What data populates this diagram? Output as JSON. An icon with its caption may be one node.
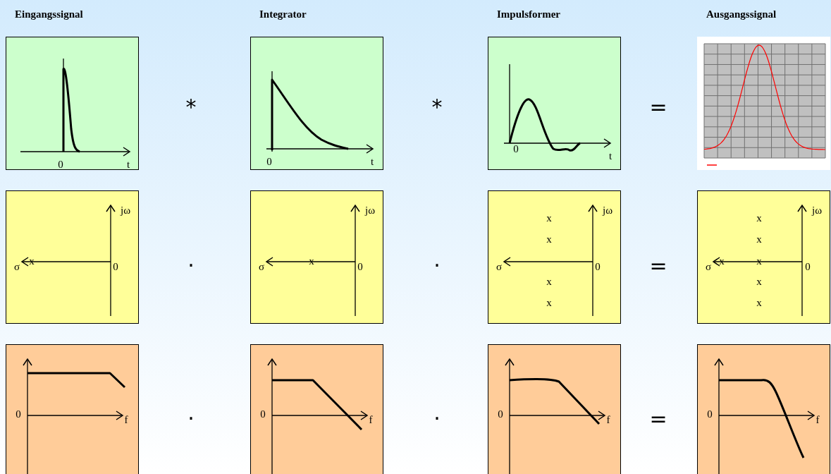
{
  "diagram": {
    "nodes": [
      {
        "text": [
          "0",
          "t"
        ]
      },
      {
        "text": [
          "0",
          "t"
        ]
      },
      {
        "text": [
          "0",
          "t"
        ]
      },
      {
        "text": [],
        "shape": "picture"
      },
      {
        "text": [
          "jω",
          "σ",
          "x",
          "0"
        ]
      },
      {
        "text": [
          "jω",
          "σ",
          "x",
          "0"
        ]
      },
      {
        "text": [
          "x",
          "jω",
          "x",
          "σ",
          "0",
          "x",
          "x"
        ]
      },
      {
        "text": [
          "x",
          "jω",
          "x",
          "σ",
          "x",
          "x",
          "0",
          "x",
          "x"
        ]
      },
      {
        "text": [
          "0",
          "f"
        ]
      },
      {
        "text": [
          "0",
          "f"
        ]
      },
      {
        "text": [
          "0",
          "f"
        ]
      },
      {
        "text": [
          "0",
          "f"
        ]
      }
    ],
    "edges": [],
    "labels": [
      "Eingangssignal",
      "Integrator",
      "Impulsformer",
      "Ausgangssignal",
      "*",
      "*",
      "=",
      "·",
      "·",
      "=",
      "·",
      "·",
      "="
    ]
  }
}
